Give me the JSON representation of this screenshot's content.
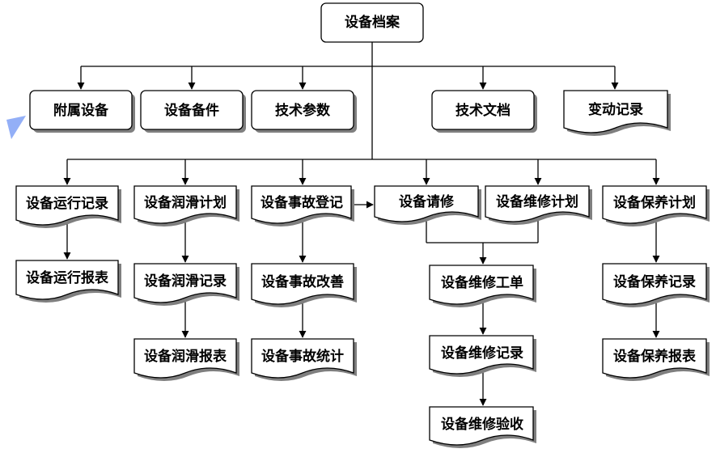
{
  "nodes": {
    "root": "设备档案",
    "attached_equipment": "附属设备",
    "spare_parts": "设备备件",
    "tech_params": "技术参数",
    "tech_docs": "技术文档",
    "change_log": "变动记录",
    "run_log": "设备运行记录",
    "run_report": "设备运行报表",
    "lube_plan": "设备润滑计划",
    "lube_log": "设备润滑记录",
    "lube_report": "设备润滑报表",
    "accident_reg": "设备事故登记",
    "accident_improve": "设备事故改善",
    "accident_stats": "设备事故统计",
    "repair_request": "设备请修",
    "repair_plan": "设备维修计划",
    "work_order": "设备维修工单",
    "repair_log": "设备维修记录",
    "repair_accept": "设备维修验收",
    "maint_plan": "设备保养计划",
    "maint_log": "设备保养记录",
    "maint_report": "设备保养报表"
  },
  "colors": {
    "line": "#000000",
    "shadow": "#7f7f7f",
    "box_fill": "#ffffff",
    "watermark": "#1d4fd8"
  }
}
